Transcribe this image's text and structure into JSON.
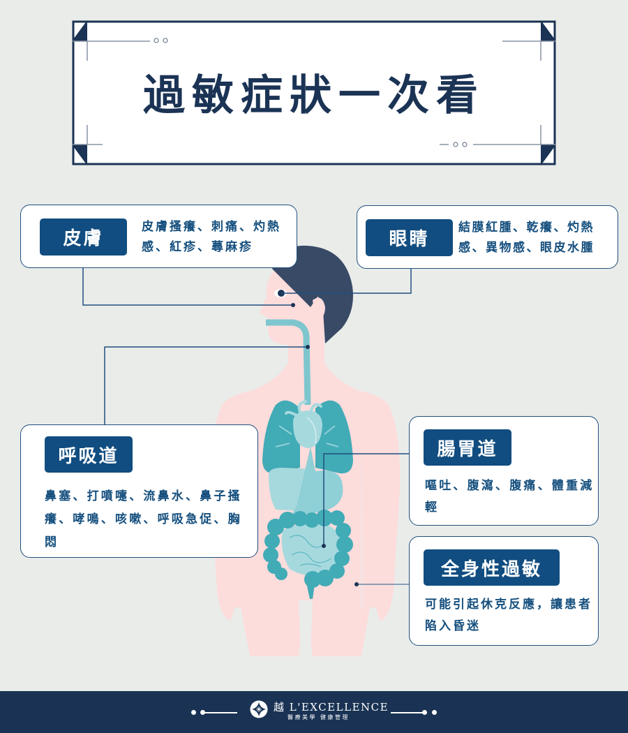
{
  "title": "過敏症狀一次看",
  "colors": {
    "background": "#eaecea",
    "navy": "#1b3354",
    "tag_blue": "#114d80",
    "text_blue": "#154f7e",
    "skin_pink": "#fddcdc",
    "hair": "#384a66",
    "organ_teal": "#41abb6",
    "organ_light": "#a6d9de"
  },
  "symptoms": {
    "skin": {
      "label": "皮膚",
      "description": "皮膚搔癢、刺痛、灼熱感、紅疹、蕁麻疹"
    },
    "eyes": {
      "label": "眼睛",
      "description": "結膜紅腫、乾癢、灼熱感、異物感、眼皮水腫"
    },
    "respiratory": {
      "label": "呼吸道",
      "description": "鼻塞、打噴嚏、流鼻水、鼻子搔癢、哮鳴、咳嗽、呼吸急促、胸悶"
    },
    "gastrointestinal": {
      "label": "腸胃道",
      "description": "嘔吐、腹瀉、腹痛、體重減輕"
    },
    "systemic": {
      "label": "全身性過敏",
      "description": "可能引起休克反應，讓患者陷入昏迷"
    }
  },
  "footer": {
    "brand_name": "越 L'EXCELLENCE",
    "brand_subtitle": "醫療美學 健康管理",
    "logo_icon": "diamond-emblem-icon"
  }
}
